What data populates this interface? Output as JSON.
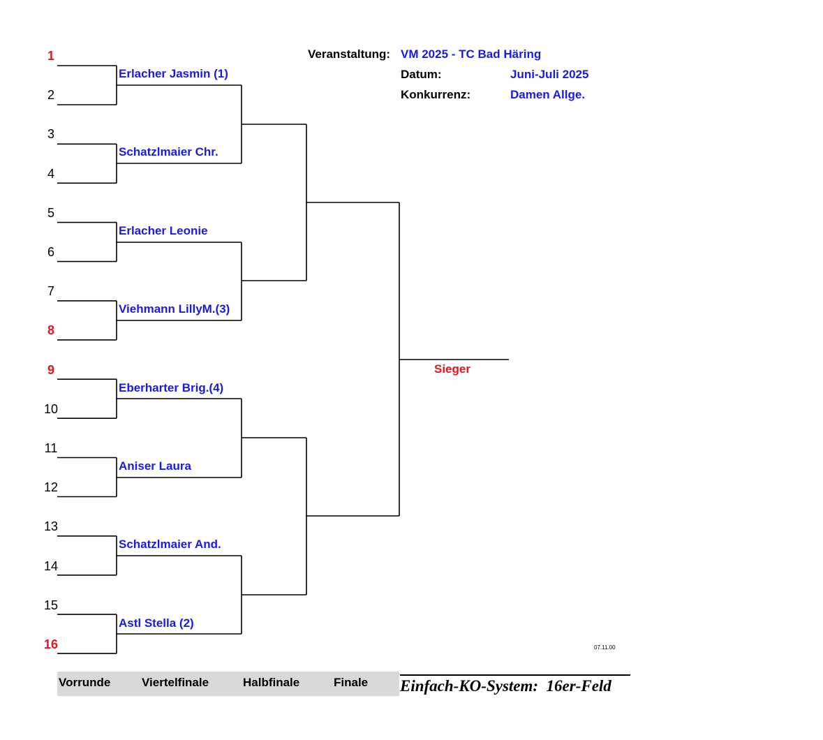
{
  "header": {
    "event_label": "Veranstaltung:",
    "event_value": "VM 2025 - TC Bad Häring",
    "date_label": "Datum:",
    "date_value": "Juni-Juli 2025",
    "competition_label": "Konkurrenz:",
    "competition_value": "Damen Allge."
  },
  "seeds": [
    {
      "num": "1",
      "red": true
    },
    {
      "num": "2",
      "red": false
    },
    {
      "num": "3",
      "red": false
    },
    {
      "num": "4",
      "red": false
    },
    {
      "num": "5",
      "red": false
    },
    {
      "num": "6",
      "red": false
    },
    {
      "num": "7",
      "red": false
    },
    {
      "num": "8",
      "red": true
    },
    {
      "num": "9",
      "red": true
    },
    {
      "num": "10",
      "red": false
    },
    {
      "num": "11",
      "red": false
    },
    {
      "num": "12",
      "red": false
    },
    {
      "num": "13",
      "red": false
    },
    {
      "num": "14",
      "red": false
    },
    {
      "num": "15",
      "red": false
    },
    {
      "num": "16",
      "red": true
    }
  ],
  "round_of_16_winners": [
    "Erlacher Jasmin (1)",
    "Schatzlmaier Chr.",
    "Erlacher Leonie",
    "Viehmann LillyM.(3)",
    "Eberharter Brig.(4)",
    "Aniser Laura",
    "Schatzlmaier And.",
    "Astl Stella (2)"
  ],
  "winner_label": "Sieger",
  "version": "07.11.00",
  "rounds": [
    "Vorrunde",
    "Viertelfinale",
    "Halbfinale",
    "Finale"
  ],
  "system_title": "Einfach-KO-System:  16er-Feld",
  "colors": {
    "seeded_red": "#e8141c",
    "player_blue": "#1a1ae6",
    "round_bar_gray": "#d9d9d9"
  }
}
